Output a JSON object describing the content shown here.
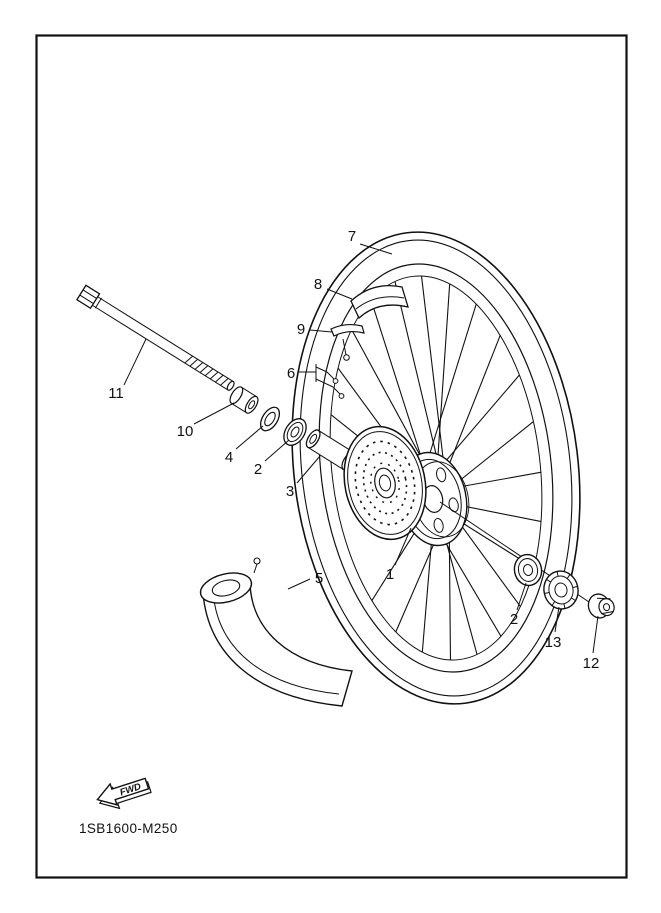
{
  "diagram": {
    "code": "1SB1600-M250",
    "fwd_label": "FWD"
  },
  "colors": {
    "ink": "#111111",
    "paper": "#ffffff"
  },
  "callouts": [
    {
      "label": "7"
    },
    {
      "label": "8"
    },
    {
      "label": "9"
    },
    {
      "label": "6"
    },
    {
      "label": "11"
    },
    {
      "label": "10"
    },
    {
      "label": "4"
    },
    {
      "label": "2"
    },
    {
      "label": "3"
    },
    {
      "label": "1"
    },
    {
      "label": "5"
    },
    {
      "label": "2"
    },
    {
      "label": "13"
    },
    {
      "label": "12"
    }
  ]
}
